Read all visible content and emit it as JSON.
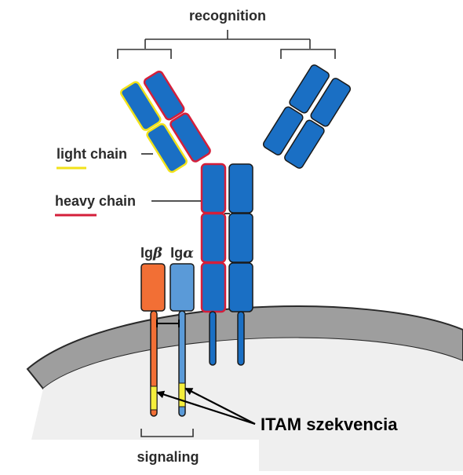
{
  "labels": {
    "recognition": "recognition",
    "light_chain": "light chain",
    "heavy_chain": "heavy chain",
    "ig_beta_prefix": "Ig",
    "ig_beta_greek": "β",
    "ig_alpha_prefix": "Ig",
    "ig_alpha_greek": "α",
    "itam": "ITAM szekvencia",
    "signaling": "signaling"
  },
  "colors": {
    "heavy_chain_fill": "#1a6fc4",
    "heavy_chain_outline": "#d41f3a",
    "light_chain_outline": "#f2e21a",
    "ig_beta": "#f26f35",
    "ig_alpha": "#5a9ad8",
    "itam": "#f5ef3c",
    "membrane": "#9e9e9e",
    "membrane_edge": "#2a2a2a"
  },
  "icons": {
    "disulfide_bond": "double-arrow-icon"
  }
}
